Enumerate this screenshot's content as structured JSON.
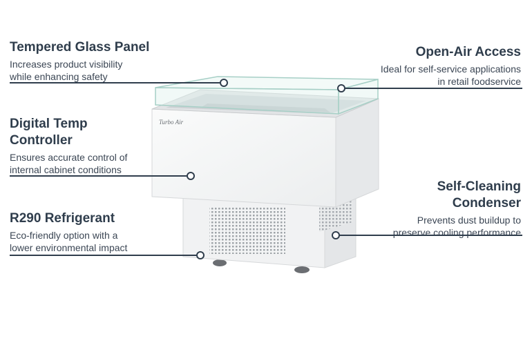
{
  "brand": {
    "logo_text": "Turbo Air"
  },
  "features": [
    {
      "title": "Tempered Glass Panel",
      "text1": "Increases product visibility",
      "text2": "while enhancing safety"
    },
    {
      "title1": "Digital Temp",
      "title2": "Controller",
      "text1": "Ensures accurate control of",
      "text2": "internal cabinet conditions"
    },
    {
      "title": "R290 Refrigerant",
      "text1": "Eco-friendly option with a",
      "text2": "lower environmental impact"
    },
    {
      "title": "Open-Air Access",
      "text1": "Ideal for self-service applications",
      "text2": "in retail foodservice"
    },
    {
      "title1": "Self-Cleaning",
      "title2": "Condenser",
      "text1": "Prevents dust buildup to",
      "text2": "preserve cooling performance"
    }
  ],
  "colors": {
    "text": "#2f3d4c",
    "cabinet": "#f5f6f7",
    "glass": "#dff2ee"
  }
}
